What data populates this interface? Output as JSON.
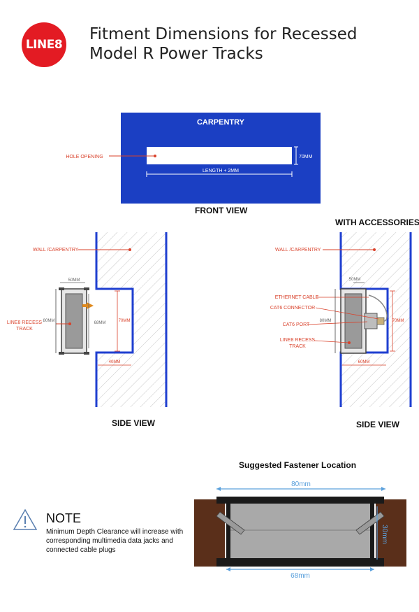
{
  "logo": {
    "text": "LINE8",
    "color": "#e31b23"
  },
  "header": {
    "title_line1": "Fitment Dimensions for Recessed",
    "title_line2": "Model R Power Tracks"
  },
  "front_view": {
    "panel_label": "CARPENTRY",
    "hole_label": "HOLE OPENING",
    "height_dim": "70MM",
    "length_dim": "LENGTH + 2MM",
    "caption": "FRONT VIEW",
    "panel_color": "#1b3fc3"
  },
  "side_view_left": {
    "wall_label": "WALL /CARPENTRY",
    "track_label_line1": "LINE8 RECESS",
    "track_label_line2": "TRACK",
    "dim_top": "50MM",
    "dim_outer": "80MM",
    "dim_inner": "68MM",
    "dim_opening": "70MM",
    "dim_depth": "40MM",
    "caption": "SIDE VIEW"
  },
  "side_view_right": {
    "heading": "WITH ACCESSORIES",
    "wall_label": "WALL /CARPENTRY",
    "dim_top": "50MM",
    "ethernet_label": "ETHERNET CABLE",
    "connector_label": "CAT6 CONNECTOR",
    "port_label": "CAT6 PORT",
    "dim_outer": "80MM",
    "track_label_line1": "LINE8 RECESS",
    "track_label_line2": "TRACK",
    "dim_opening": "70MM",
    "dim_depth": "60MM",
    "caption": "SIDE VIEW"
  },
  "fastener": {
    "title": "Suggested Fastener Location",
    "dim_width": "80mm",
    "dim_height": "30mm",
    "dim_inner": "68mm"
  },
  "note": {
    "icon": "warning-triangle-icon",
    "heading": "NOTE",
    "body": "Minimum Depth Clearance will increase with corresponding multimedia data jacks and connected cable plugs"
  },
  "colors": {
    "wall_blue": "#1f3fd0",
    "dim_red": "#d9412a",
    "dim_blue": "#5aa0dc",
    "wood": "#5a2f1a"
  }
}
